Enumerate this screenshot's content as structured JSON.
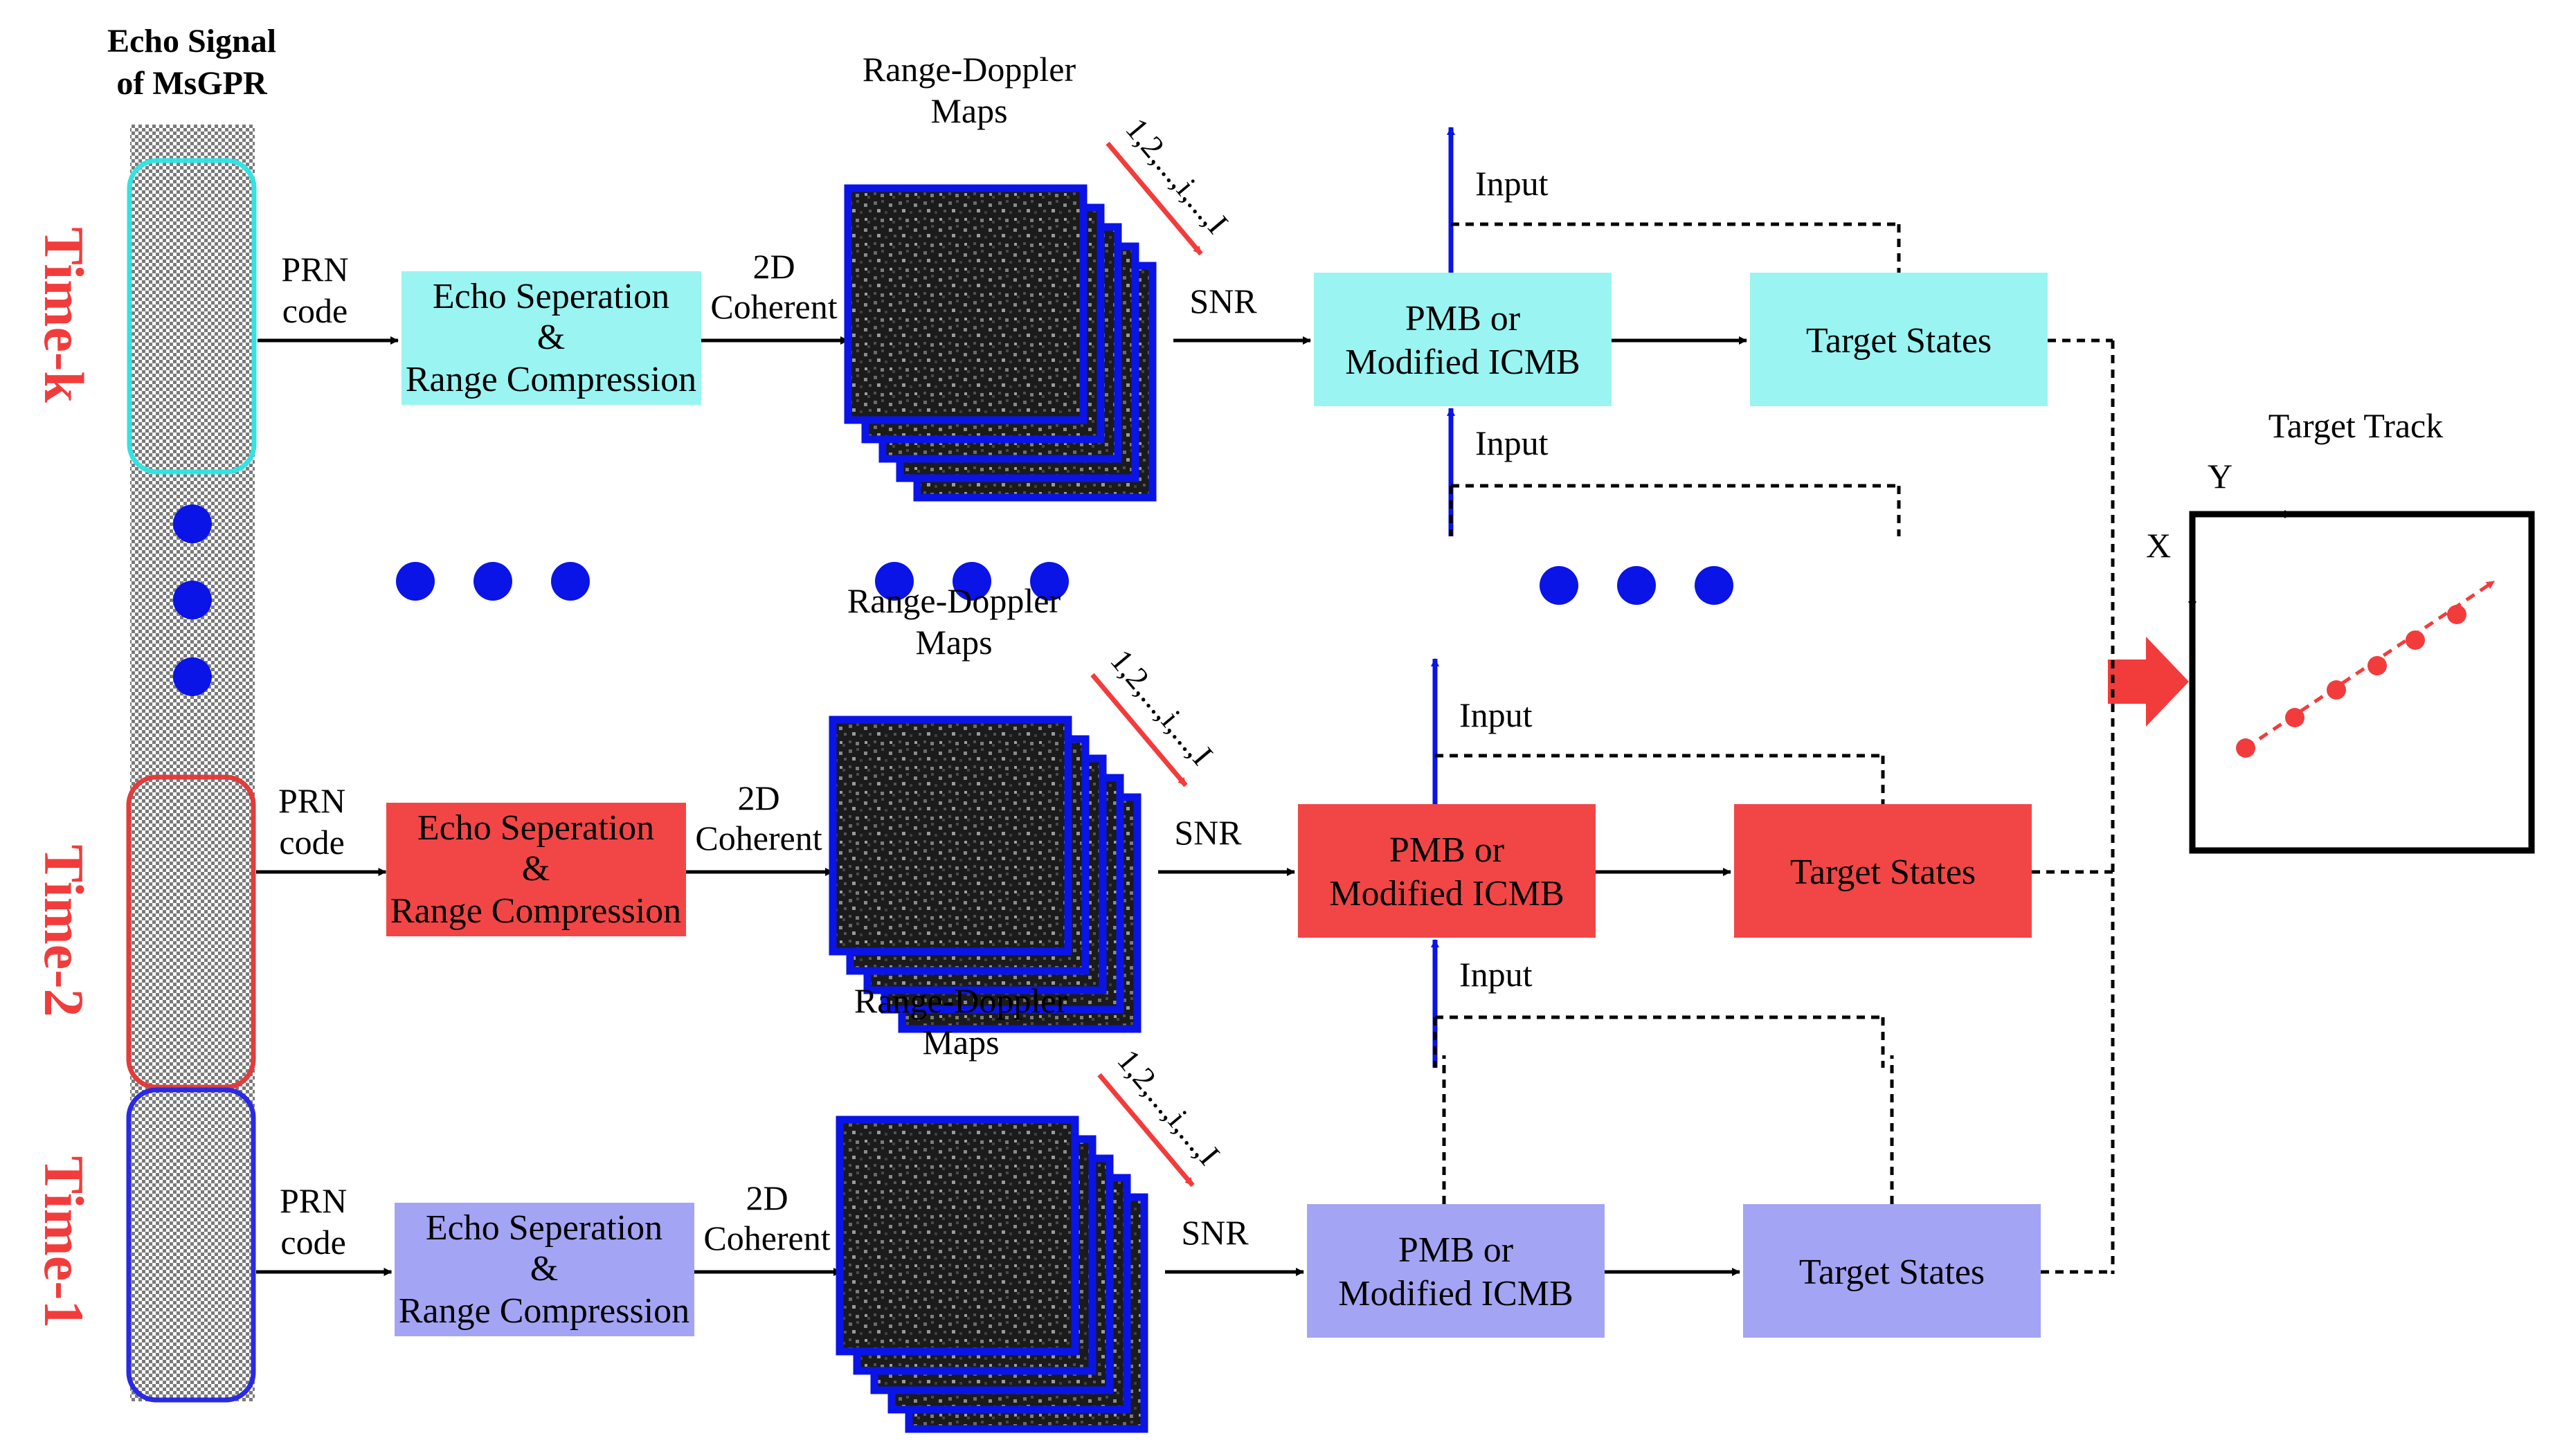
{
  "column_title": [
    "Echo Signal",
    "of MsGPR"
  ],
  "rows": [
    {
      "time": "Time-k",
      "prn": [
        "PRN",
        "code"
      ],
      "echo_box": [
        "Echo Seperation",
        "&",
        "Range Compression"
      ],
      "coherent": [
        "2D",
        "Coherent"
      ],
      "rd_title": [
        "Range-Doppler",
        "Maps"
      ],
      "index": "1,2,...,i,...,I",
      "snr": "SNR",
      "pmb_box": [
        "PMB or",
        "Modified ICMB"
      ],
      "states_box": "Target States",
      "input_top": "Input",
      "input_bottom": "Input"
    },
    {
      "time": "Time-2",
      "prn": [
        "PRN",
        "code"
      ],
      "echo_box": [
        "Echo Seperation",
        "&",
        "Range Compression"
      ],
      "coherent": [
        "2D",
        "Coherent"
      ],
      "rd_title": [
        "Range-Doppler",
        "Maps"
      ],
      "index": "1,2,...,i,...,I",
      "snr": "SNR",
      "pmb_box": [
        "PMB or",
        "Modified ICMB"
      ],
      "states_box": "Target States",
      "input_top": "Input",
      "input_bottom": "Input"
    },
    {
      "time": "Time-1",
      "prn": [
        "PRN",
        "code"
      ],
      "echo_box": [
        "Echo Seperation",
        "&",
        "Range Compression"
      ],
      "coherent": [
        "2D",
        "Coherent"
      ],
      "rd_title": [
        "Range-Doppler",
        "Maps"
      ],
      "index": "1,2,...,i,...,I",
      "snr": "SNR",
      "pmb_box": [
        "PMB or",
        "Modified ICMB"
      ],
      "states_box": "Target States"
    }
  ],
  "track": {
    "title": "Target Track",
    "y_axis": "Y",
    "x_axis": "X"
  },
  "colors": {
    "time_k": "#9af4f2",
    "time_2": "#f24646",
    "time_1": "#a4a4f4",
    "time_label": "#f23c3c",
    "blue": "#0a14e6",
    "red": "#f23c3c",
    "time_k_outline": "#35e2e2",
    "time_2_outline": "#e23c3c",
    "time_1_outline": "#2a2ae6"
  }
}
